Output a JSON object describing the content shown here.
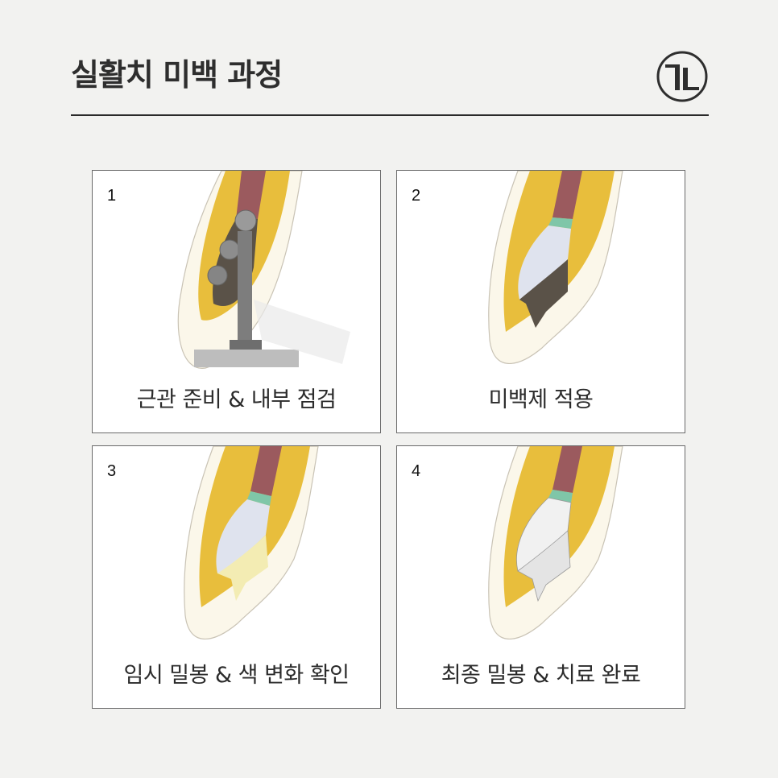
{
  "header": {
    "title": "실활치 미백 과정",
    "logo_icon": "tl-circle-logo"
  },
  "colors": {
    "background": "#f2f2f0",
    "title": "#2e2e2e",
    "enamel": "#fbf7ea",
    "dentin": "#e8be3c",
    "pulp": "#9b5a5e",
    "barrier": "#7fc6a8",
    "bleach_agent": "#dfe3ee",
    "cavity_dark": "#5a5248",
    "temp_filling": "#f3ecb3",
    "final_filling": "#e4e4e4"
  },
  "steps": [
    {
      "number": "1",
      "caption": "근관 준비 & 내부 점검",
      "illustration": "bur-drill-access-cavity"
    },
    {
      "number": "2",
      "caption": "미백제 적용",
      "illustration": "bleaching-agent-placed"
    },
    {
      "number": "3",
      "caption": "임시 밀봉 & 색 변화 확인",
      "illustration": "temporary-seal"
    },
    {
      "number": "4",
      "caption": "최종 밀봉 & 치료 완료",
      "illustration": "final-restoration"
    }
  ]
}
